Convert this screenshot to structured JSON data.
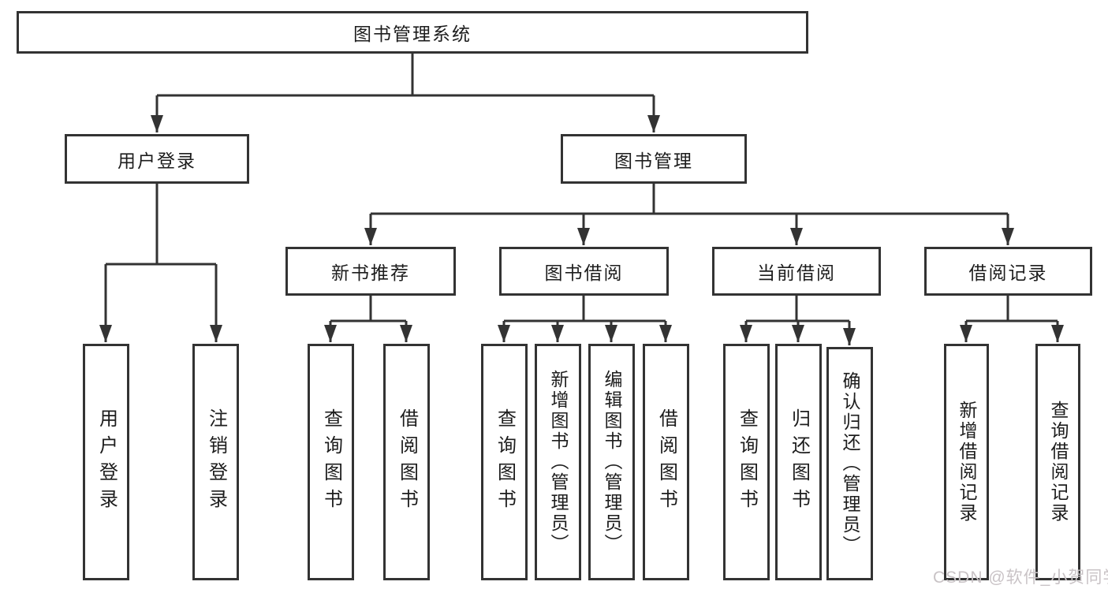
{
  "diagram": {
    "type": "hierarchy-tree",
    "orientation": "top-down"
  },
  "colors": {
    "line": "#333333",
    "box_border": "#333333",
    "box_background": "#ffffff",
    "text": "#1d1d1d",
    "watermark": "#c9c3c6"
  },
  "hierarchy": {
    "label": "图书管理系统",
    "children": [
      {
        "label": "用户登录",
        "children": [
          {
            "label": "用户登录"
          },
          {
            "label": "注销登录"
          }
        ]
      },
      {
        "label": "图书管理",
        "children": [
          {
            "label": "新书推荐",
            "children": [
              {
                "label": "查询图书"
              },
              {
                "label": "借阅图书"
              }
            ]
          },
          {
            "label": "图书借阅",
            "children": [
              {
                "label": "查询图书"
              },
              {
                "label": "新增图书（管理员）"
              },
              {
                "label": "编辑图书（管理员）"
              },
              {
                "label": "借阅图书"
              }
            ]
          },
          {
            "label": "当前借阅",
            "children": [
              {
                "label": "查询图书"
              },
              {
                "label": "归还图书"
              },
              {
                "label": "确认归还（管理员）"
              }
            ]
          },
          {
            "label": "借阅记录",
            "children": [
              {
                "label": "新增借阅记录"
              },
              {
                "label": "查询借阅记录"
              }
            ]
          }
        ]
      }
    ]
  },
  "watermark": {
    "text": "CSDN @软件_小贺同学"
  }
}
